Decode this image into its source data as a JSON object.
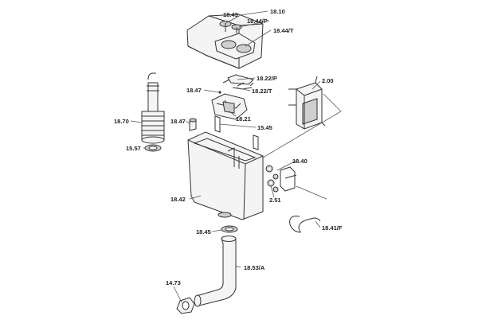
{
  "labels": {
    "l_18_43": "18.43",
    "l_18_10": "18.10",
    "l_18_44p": "18.44/P",
    "l_18_44t": "18.44/T",
    "l_18_22p": "18.22/P",
    "l_18_47a": "18.47",
    "l_18_22t": "18.22/T",
    "l_2_00": "2.00",
    "l_18_70": "18.70",
    "l_18_47b": "18.47",
    "l_18_21": "18.21",
    "l_15_45": "15.45",
    "l_15_57": "15.57",
    "l_18_40": "18.40",
    "l_18_42": "18.42",
    "l_2_51": "2.51",
    "l_18_41f": "18.41/F",
    "l_18_45": "18.45",
    "l_18_53a": "18.53/A",
    "l_14_73": "14.73"
  }
}
